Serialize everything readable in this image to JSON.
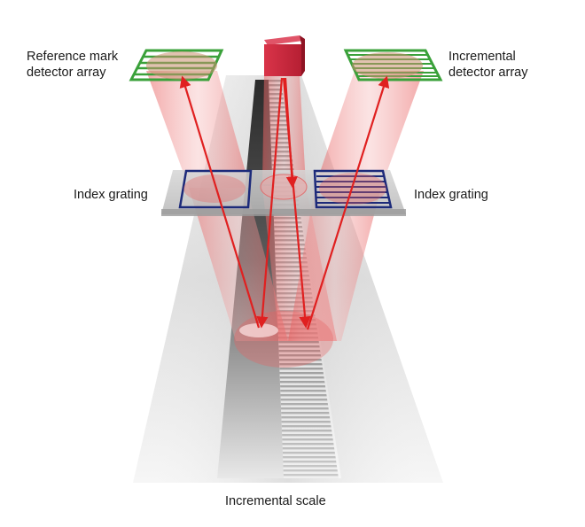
{
  "labels": {
    "reference_detector_line1": "Reference mark",
    "reference_detector_line2": "detector array",
    "incremental_detector_line1": "Incremental",
    "incremental_detector_line2": "detector array",
    "index_grating_left": "Index grating",
    "index_grating_right": "Index grating",
    "incremental_scale": "Incremental scale"
  },
  "colors": {
    "light_source": "#c8263a",
    "detector_grid": "#3aa13a",
    "index_frame": "#1c2a7a",
    "beam": "#e05050",
    "arrow": "#e02020"
  }
}
